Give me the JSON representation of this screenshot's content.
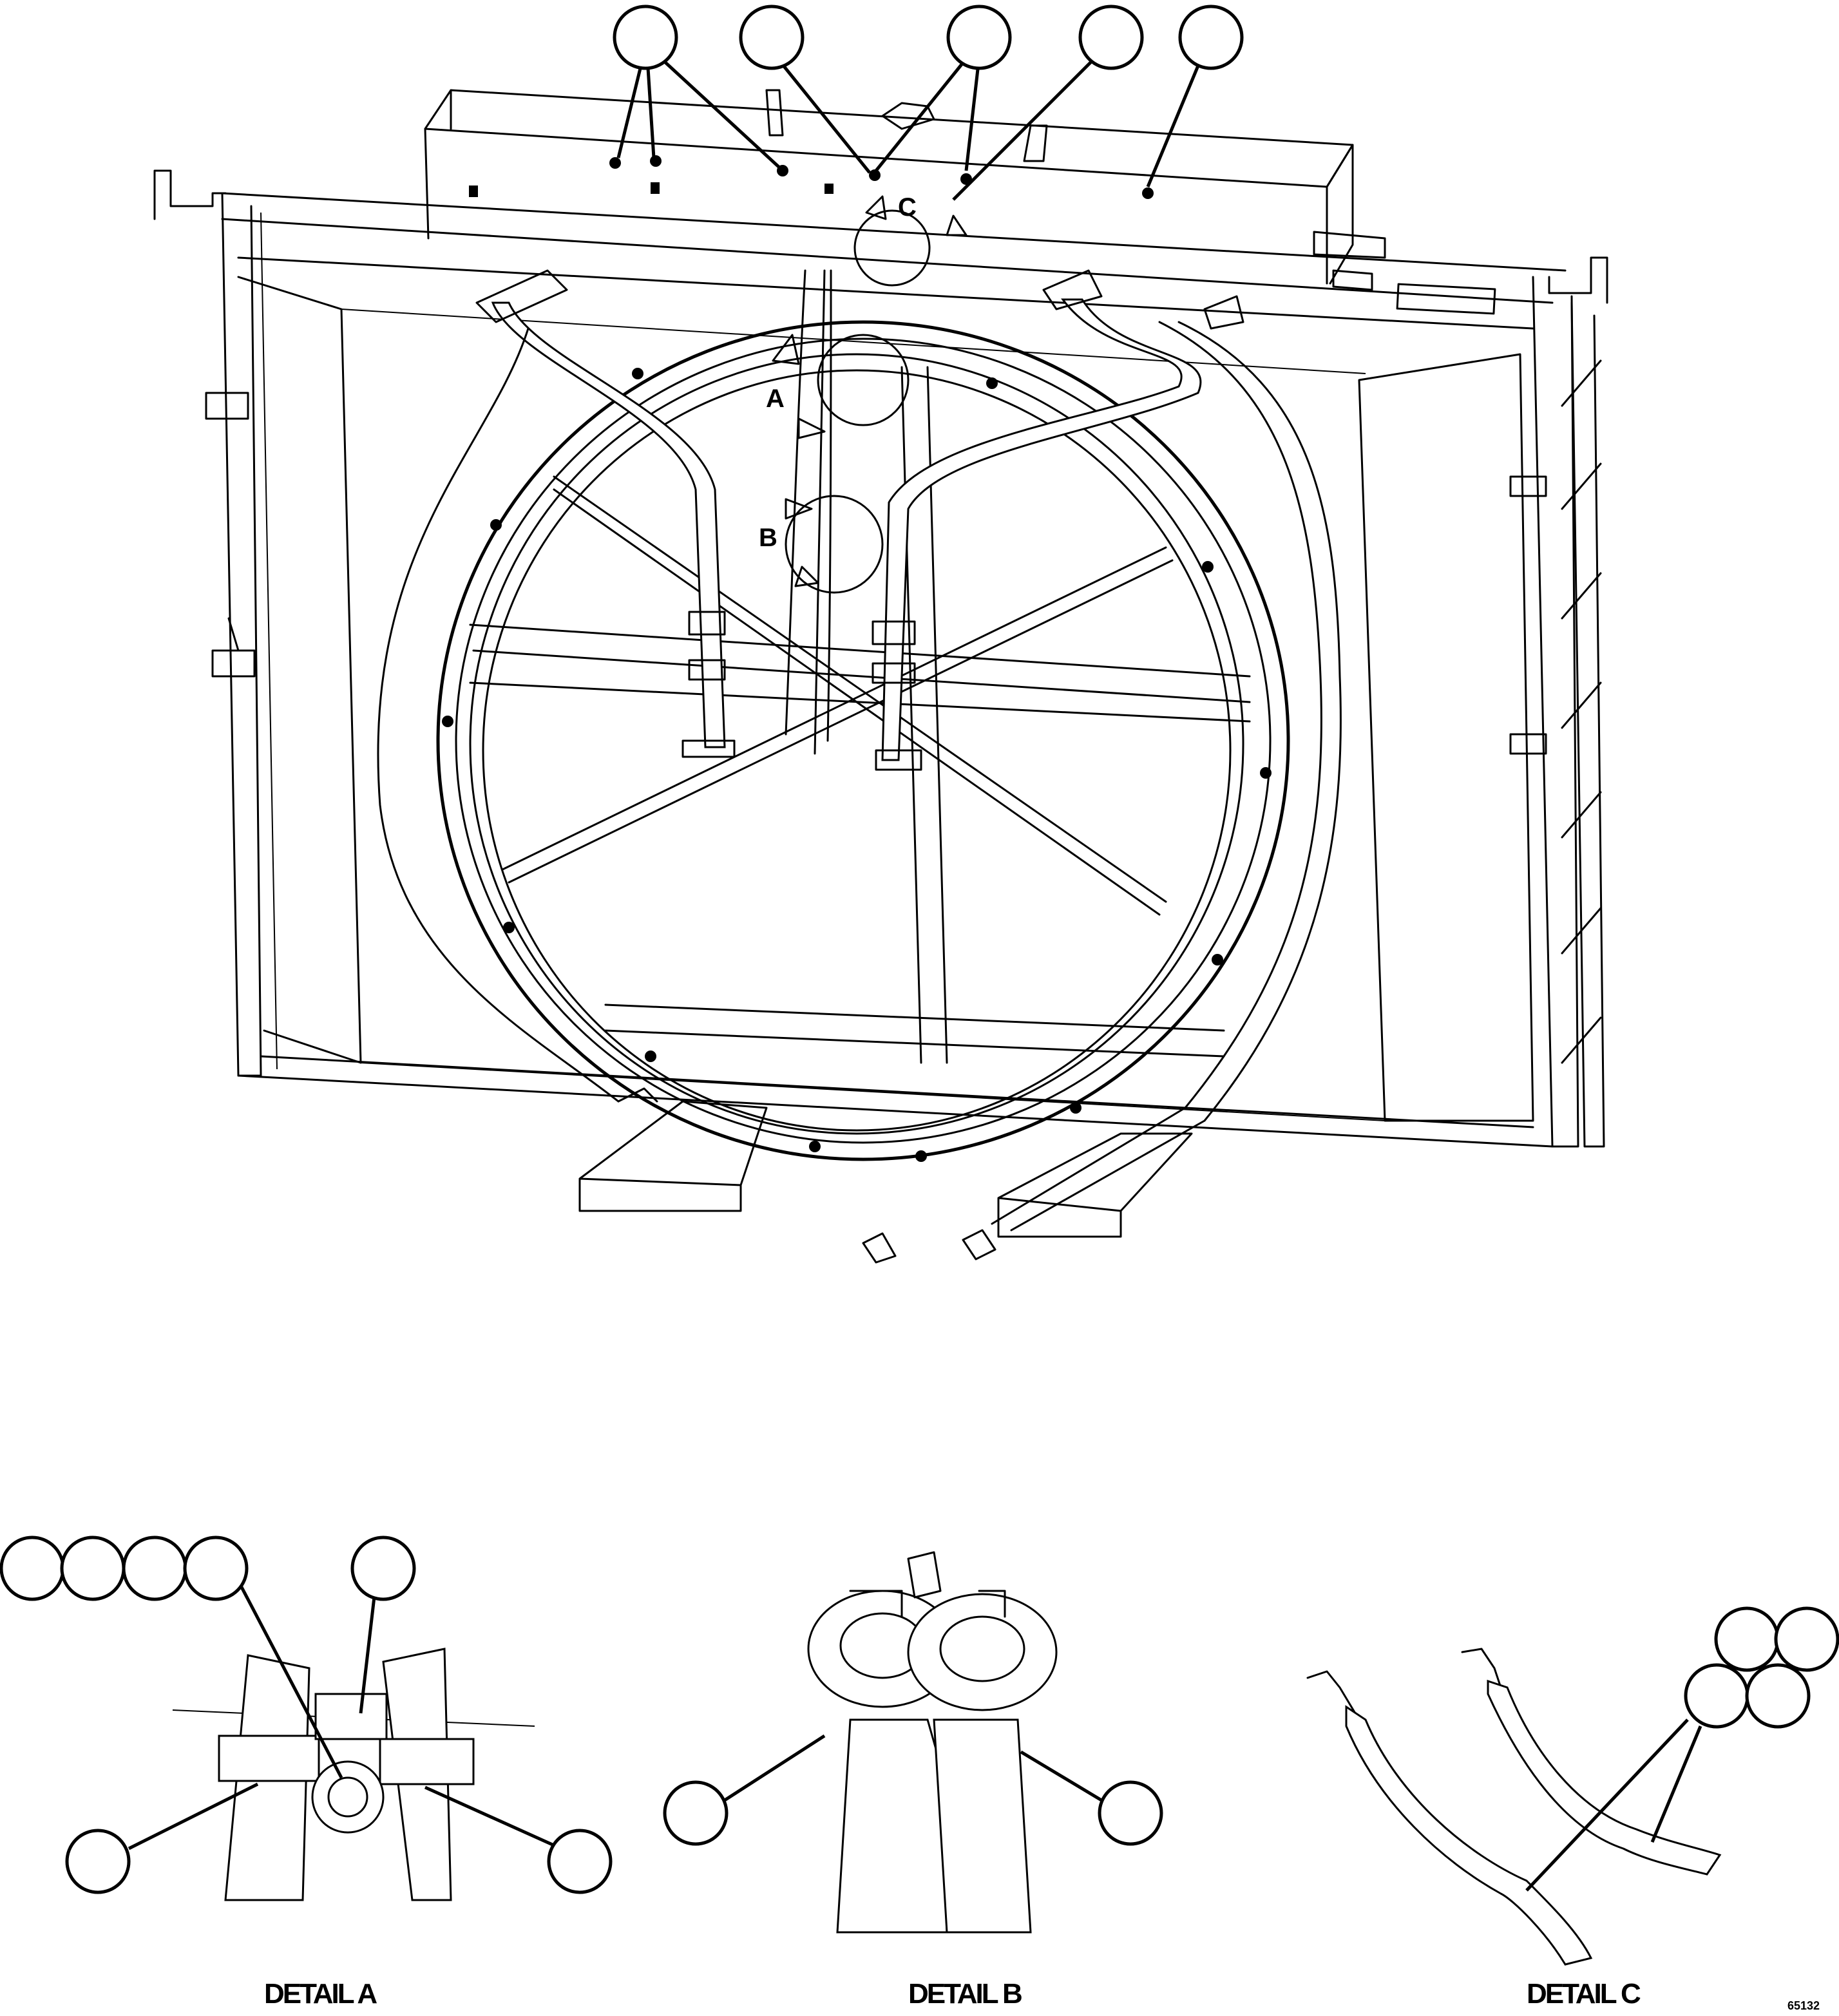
{
  "main_view": {
    "detail_markers": [
      "A",
      "B",
      "C"
    ]
  },
  "details": [
    {
      "caption": "DETAIL A"
    },
    {
      "caption": "DETAIL B"
    },
    {
      "caption": "DETAIL C"
    }
  ],
  "drawing_number": "65132"
}
